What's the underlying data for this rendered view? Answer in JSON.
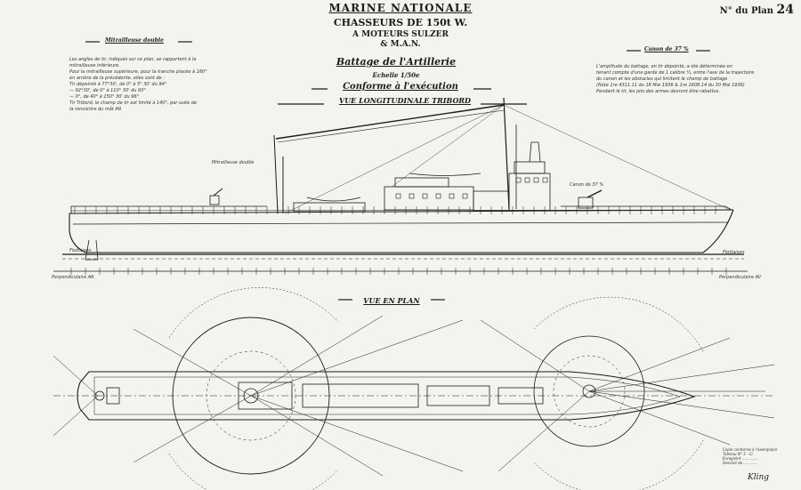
{
  "header": {
    "line1": "MARINE NATIONALE",
    "line2": "CHASSEURS DE 150t W.",
    "line3": "A MOTEURS SULZER",
    "line4": "& M.A.N.",
    "plate_prefix": "N° du Plan",
    "plate_number": "24"
  },
  "sections": {
    "battage": "Battage de l'Artillerie",
    "echelle": "Echelle 1/50e",
    "conforme": "Conforme à l'exécution",
    "vue_longitudinale": "VUE LONGITUDINALE TRIBORD",
    "vue_en_plan": "VUE EN PLAN"
  },
  "left_note": {
    "heading": "Mitrailleuse double",
    "lines": [
      "Les angles de tir, indiqués sur ce plan, se rapportent à la",
      "mitrailleuse inférieure.",
      "Pour la mitrailleuse supérieure, pour la tranche placée à 180°",
      "en arrière de la précédente, elles sont de :",
      "Tir dépointé à 77°30', de 0° à 5° 30' du 94°",
      "— 92°30', de 0° à 110° 30' du 93°",
      "— 0°, de 40° à 150° 30' du 96°",
      "Tir Tribord, le champ de tir est limité à 140°, par suite de",
      "la rencontre du mât AR"
    ]
  },
  "right_note": {
    "heading": "Canon de 37 %",
    "lines": [
      "L'amplitude du battage, en tir dépointé, a été déterminée en",
      "tenant compte d'une garde de 1 calibre ½, entre l'axe de la trajectoire",
      "du canon et les obstacles qui limitent le champ de battage",
      "(Note 1re 4311.11 du 18 Mai 1936 & 1re 1608.14 du 30 Mai 1936)",
      "Pendant le tir, les jets des armes devront être rabattus."
    ]
  },
  "profile_labels": {
    "mitrailleuse": "Mitrailleuse double",
    "canon": "Canon de 37 %",
    "flottaison_av": "Flottaison",
    "flottaison_ar": "Flottaison",
    "perp_ar": "Perpendiculaire AR",
    "perp_av": "Perpendiculaire AV"
  },
  "stamp": {
    "lines": [
      "Copie conforme à l'exemplaire",
      "Tableau N° 3 - Cl.",
      "Enregistré ..............",
      "Dessiné de ............"
    ],
    "signature": "Kling"
  },
  "colors": {
    "ink": "#1c1c1c",
    "paper": "#f5f3ed"
  }
}
